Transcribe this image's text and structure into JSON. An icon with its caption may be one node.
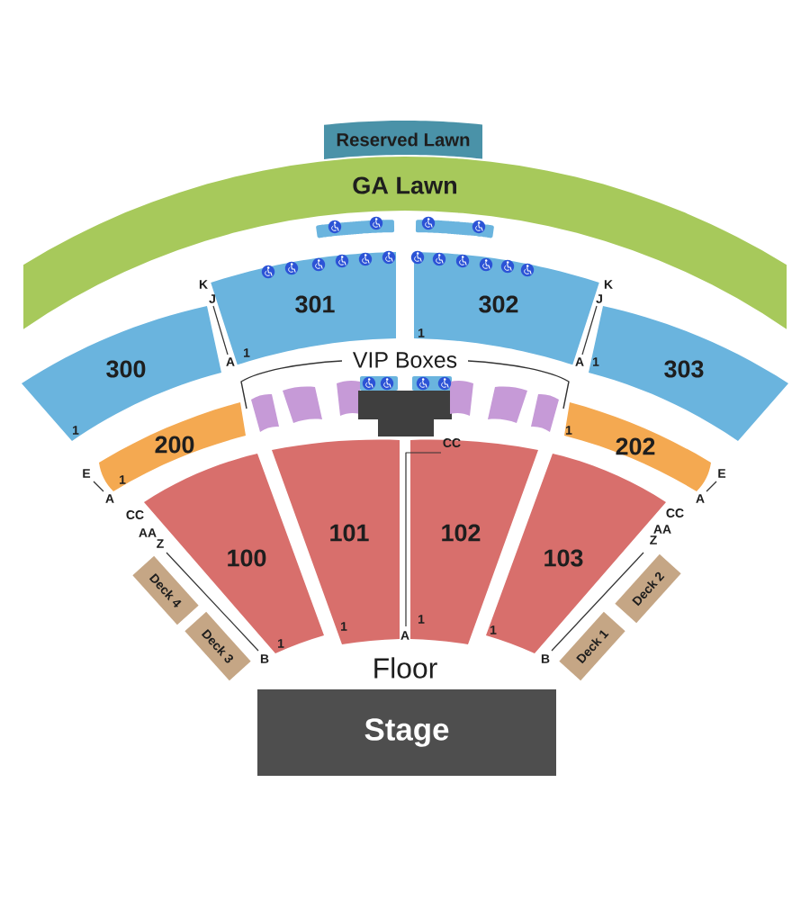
{
  "diagram": {
    "nodes": [
      {
        "text": [
          "Reserved Lawn"
        ]
      },
      {
        "text": [
          "GA Lawn"
        ]
      },
      {
        "text": [],
        "shape": "bar"
      },
      {
        "text": [],
        "shape": "bar"
      },
      {
        "text": [
          "301"
        ]
      },
      {
        "text": [
          "302"
        ]
      },
      {
        "text": [
          "300"
        ]
      },
      {
        "text": [
          "303"
        ]
      },
      {
        "text": [
          "200"
        ]
      },
      {
        "text": [],
        "shape": "box"
      },
      {
        "text": [],
        "shape": "box"
      },
      {
        "text": [],
        "shape": "box"
      },
      {
        "text": [],
        "shape": "bar"
      },
      {
        "text": [],
        "shape": "bar"
      },
      {
        "text": [],
        "shape": "box"
      },
      {
        "text": [],
        "shape": "box"
      },
      {
        "text": [],
        "shape": "box"
      },
      {
        "text": [],
        "shape": "box"
      },
      {
        "text": [
          "202"
        ]
      },
      {
        "text": [
          "100"
        ]
      },
      {
        "text": [
          "101"
        ]
      },
      {
        "text": [
          "102"
        ]
      },
      {
        "text": [
          "103"
        ]
      },
      {
        "text": [
          "Deck 4"
        ]
      },
      {
        "text": [
          "Deck 3"
        ]
      },
      {
        "text": [
          "Deck 1"
        ]
      },
      {
        "text": [
          "Deck 2"
        ]
      },
      {
        "text": [
          "Stage"
        ]
      }
    ],
    "labels": [
      "K",
      "J",
      "A",
      "1",
      "1",
      "K",
      "J",
      "A",
      "1",
      "1",
      "VIP Boxes",
      "E",
      "A",
      "1",
      "1",
      "A",
      "E",
      "CC",
      "AA",
      "Z",
      "B",
      "1",
      "1",
      "CC",
      "A",
      "1",
      "1",
      "CC",
      "AA",
      "Z",
      "B",
      "Floor"
    ]
  }
}
